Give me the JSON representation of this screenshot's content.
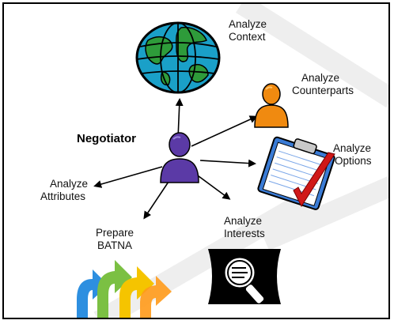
{
  "diagram": {
    "center": {
      "label": "Negotiator"
    },
    "nodes": [
      {
        "id": "context",
        "line1": "Analyze",
        "line2": "Context",
        "icon": "globe-icon"
      },
      {
        "id": "counterparts",
        "line1": "Analyze",
        "line2": "Counterparts",
        "icon": "person-orange-icon"
      },
      {
        "id": "options",
        "line1": "Analyze",
        "line2": "Options",
        "icon": "clipboard-check-icon"
      },
      {
        "id": "interests",
        "line1": "Analyze",
        "line2": "Interests",
        "icon": "magnifier-icon"
      },
      {
        "id": "batna",
        "line1": "Prepare",
        "line2": "BATNA",
        "icon": "arrows-up-icon"
      },
      {
        "id": "attributes",
        "line1": "Analyze",
        "line2": "Attributes",
        "icon": ""
      }
    ]
  },
  "colors": {
    "center_person": "#5b3aa6",
    "counterpart_person": "#f08a10",
    "globe_ocean": "#1aa0c8",
    "globe_land": "#2e9b3a",
    "check_mark": "#d01818",
    "arrow_yellow": "#f5c400",
    "arrow_green": "#7bc043",
    "arrow_blue": "#2d8fe0"
  }
}
